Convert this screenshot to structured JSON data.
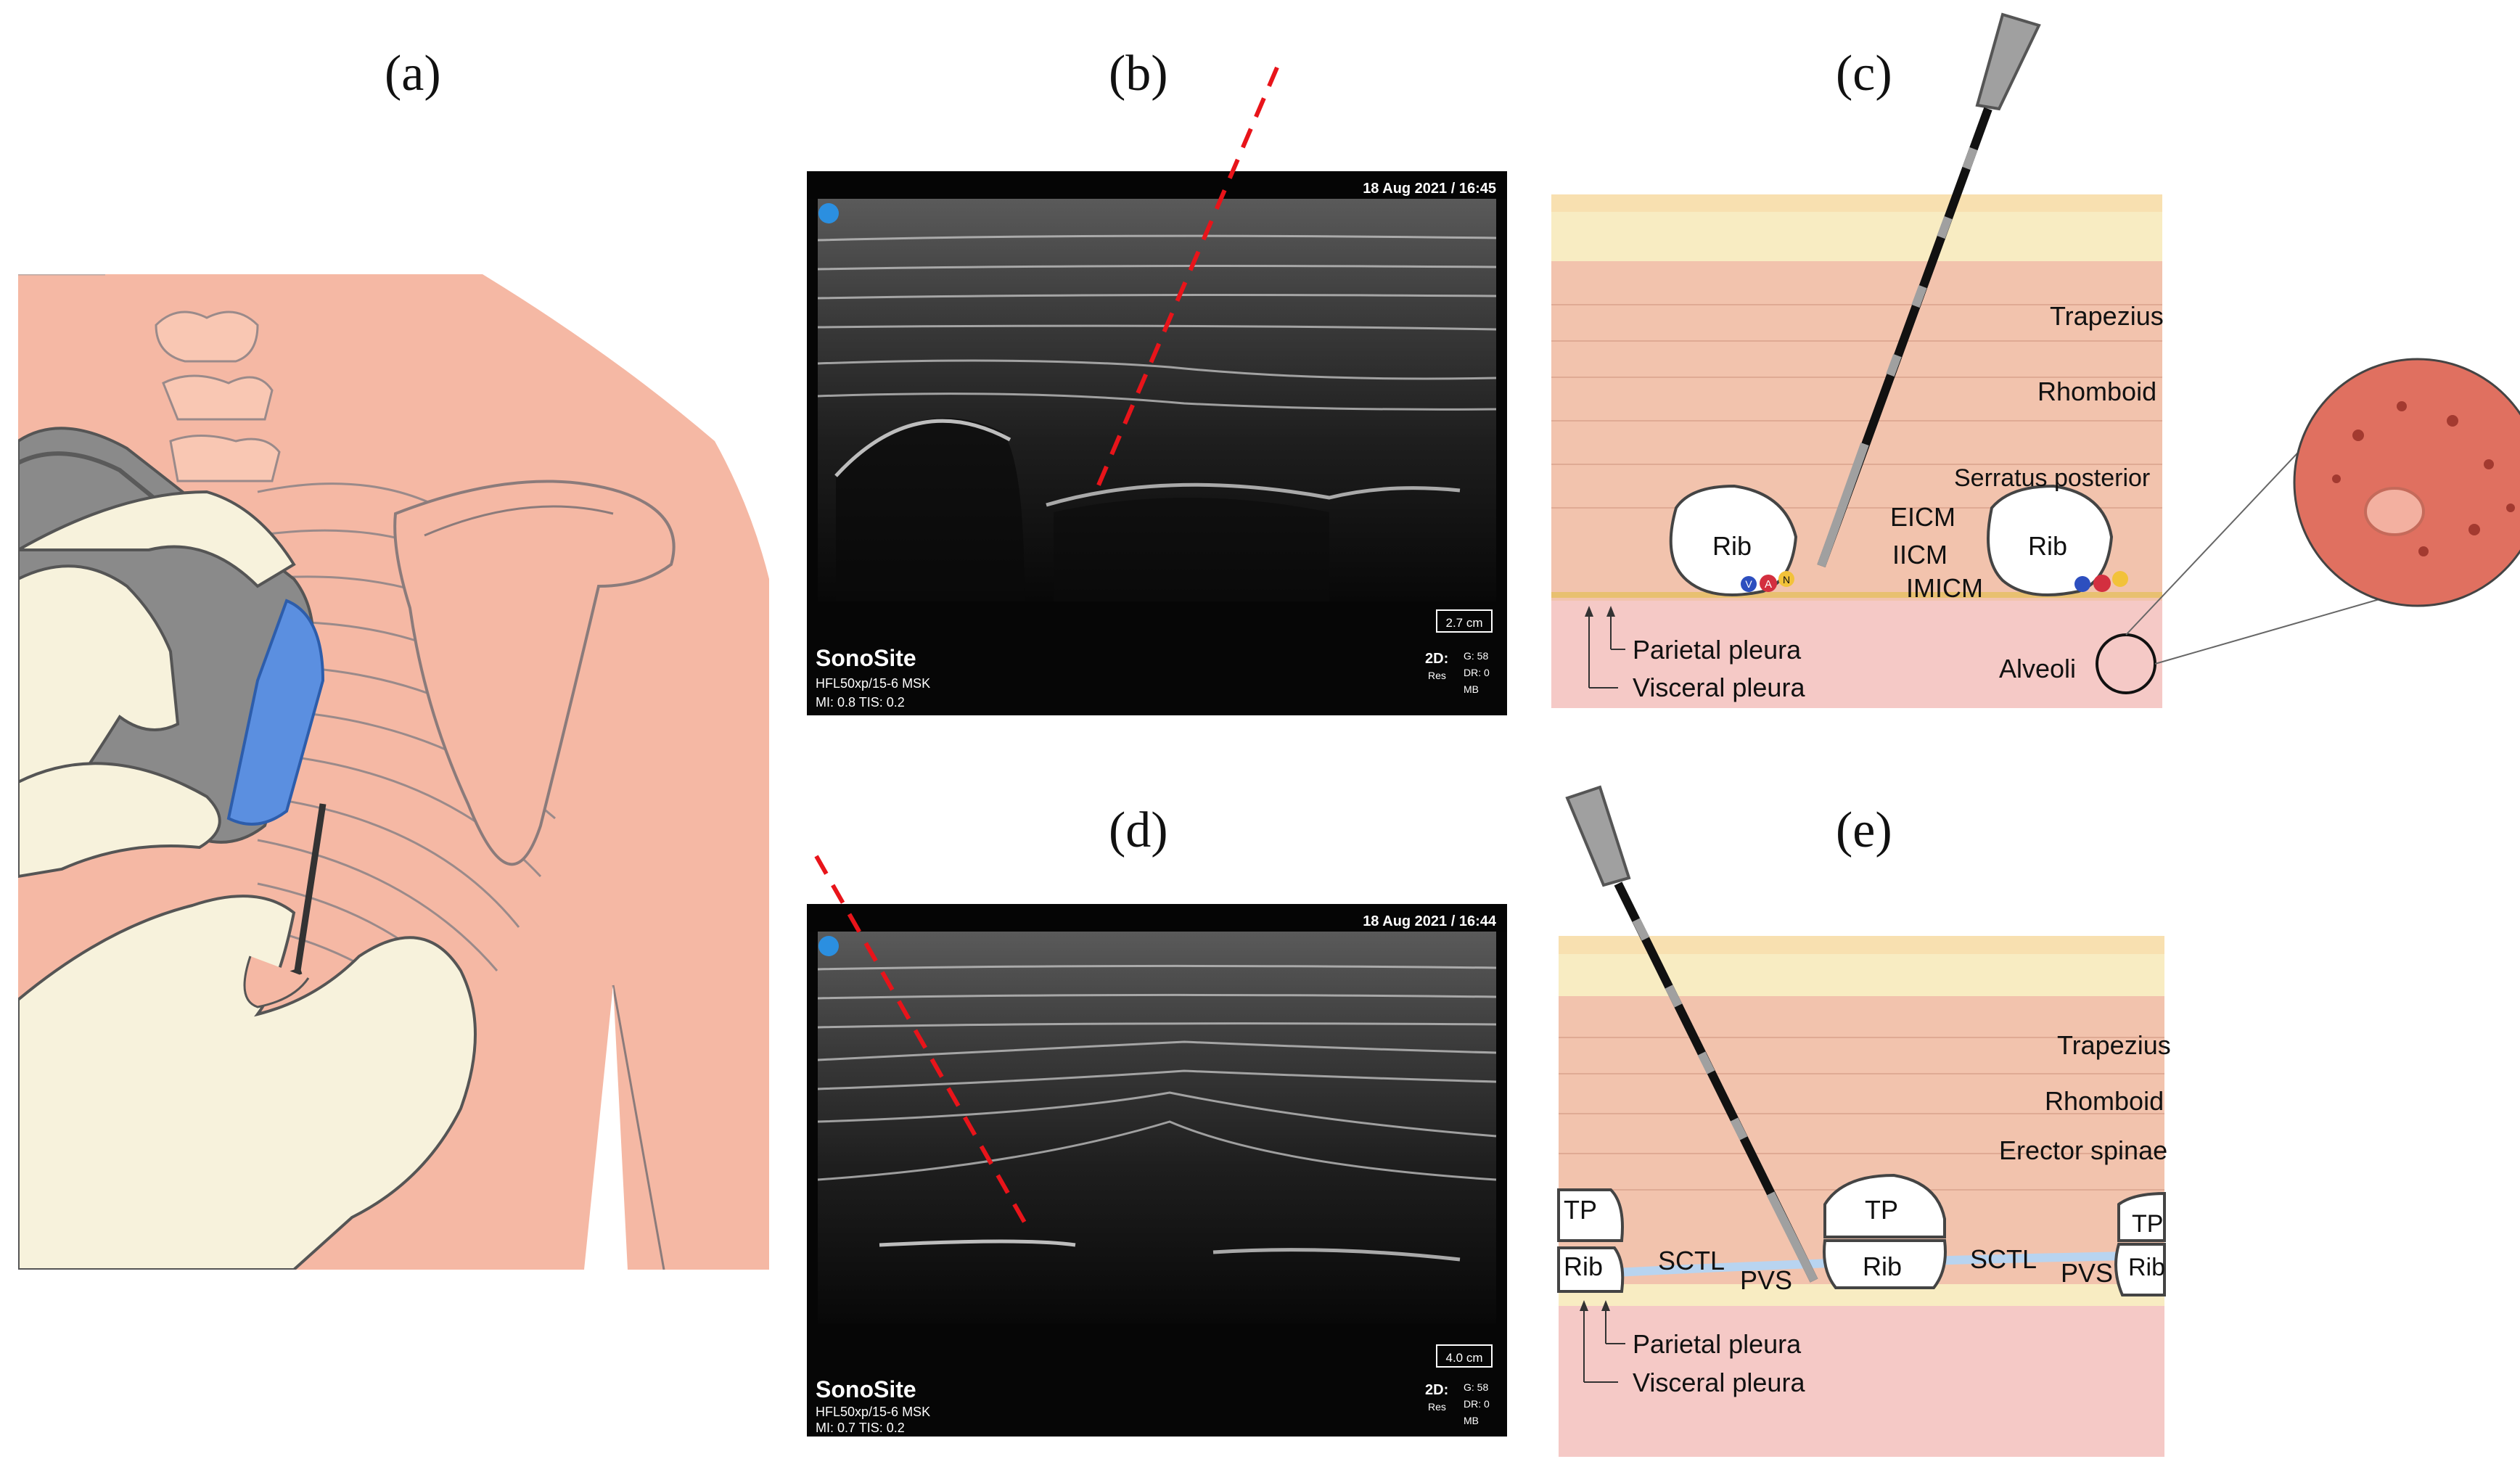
{
  "panels": {
    "a": {
      "letter": "(a)"
    },
    "b": {
      "letter": "(b)",
      "timestamp": "18 Aug 2021 / 16:45",
      "brand": "SonoSite",
      "probe": "HFL50xp/15-6  MSK",
      "indices": "MI: 0.8  TIS: 0.2",
      "depth": "2.7 cm",
      "mode": "2D:",
      "mode_sub": "Res",
      "settings_1": "G: 58",
      "settings_2": "DR: 0",
      "settings_3": "MB"
    },
    "c": {
      "letter": "(c)",
      "labels": {
        "trapezius": "Trapezius",
        "rhomboid": "Rhomboid",
        "serratus": "Serratus posterior",
        "rib_left": "Rib",
        "rib_right": "Rib",
        "eicm": "EICM",
        "iicm": "IICM",
        "imicm": "IMICM",
        "parietal": "Parietal pleura",
        "visceral": "Visceral pleura",
        "alveoli": "Alveoli",
        "vein": "V",
        "artery": "A",
        "nerve": "N"
      }
    },
    "d": {
      "letter": "(d)",
      "timestamp": "18 Aug 2021 / 16:44",
      "brand": "SonoSite",
      "probe": "HFL50xp/15-6  MSK",
      "indices": "MI: 0.7  TIS: 0.2",
      "depth": "4.0 cm",
      "mode": "2D:",
      "mode_sub": "Res",
      "settings_1": "G: 58",
      "settings_2": "DR: 0",
      "settings_3": "MB"
    },
    "e": {
      "letter": "(e)",
      "labels": {
        "trapezius": "Trapezius",
        "rhomboid": "Rhomboid",
        "erector": "Erector spinae",
        "tp_left": "TP",
        "tp_mid": "TP",
        "tp_right": "TP",
        "rib_left": "Rib",
        "rib_mid": "Rib",
        "rib_right": "Rib",
        "sctl_left": "SCTL",
        "sctl_right": "SCTL",
        "pvs_left": "PVS",
        "pvs_right": "PVS",
        "parietal": "Parietal pleura",
        "visceral": "Visceral pleura"
      }
    }
  },
  "colors": {
    "skin": "#f5b8a4",
    "muscle": "#f2c3ad",
    "fat": "#f8e8b8",
    "pleura": "#f5c9c6",
    "needle_tip": "#a0a0a0",
    "needle_marks": "#111111",
    "guide_line": "#e8141a",
    "probe_face": "#5b8fe0",
    "sctl_blue": "#b8d4f0"
  }
}
